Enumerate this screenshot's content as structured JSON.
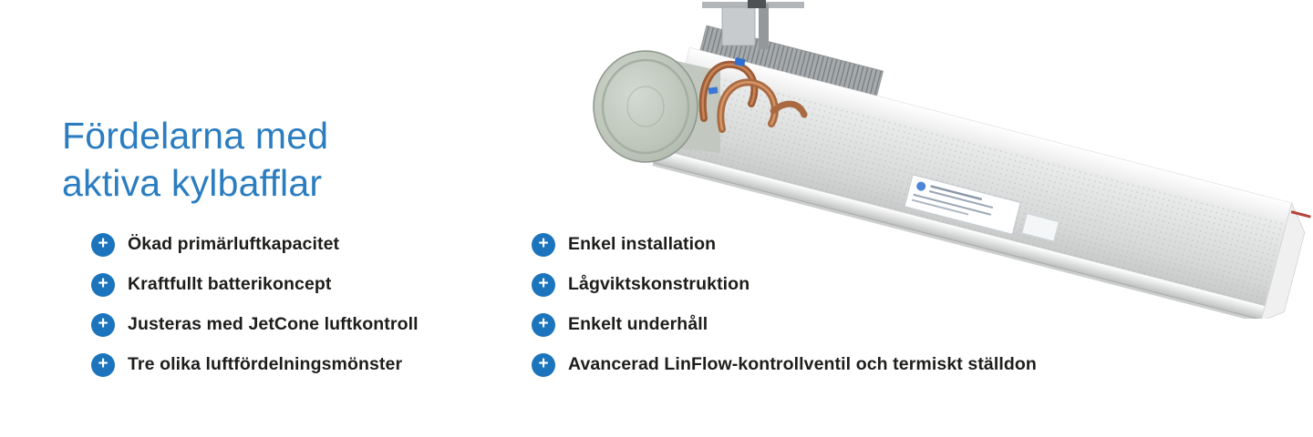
{
  "page": {
    "background": "#ffffff"
  },
  "heading": {
    "line1": "Fördelarna med",
    "line2": "aktiva kylbafflar",
    "color": "#2b7dc0"
  },
  "benefits": {
    "icon_glyph": "+",
    "icon_color": "#1b74bc",
    "text_color": "#1d1d1b",
    "column1": [
      {
        "label": "Ökad primärluftkapacitet"
      },
      {
        "label": "Kraftfullt batterikoncept"
      },
      {
        "label": "Justeras med JetCone luftkontroll"
      },
      {
        "label": "Tre olika luftfördelningsmönster"
      }
    ],
    "column2": [
      {
        "label": "Enkel installation"
      },
      {
        "label": "Lågviktskonstruktion"
      },
      {
        "label": "Enkelt underhåll"
      },
      {
        "label": "Avancerad LinFlow-kontrollventil och termiskt ställdon"
      }
    ]
  },
  "product_image": {
    "name": "active-chilled-beam-product-render"
  }
}
